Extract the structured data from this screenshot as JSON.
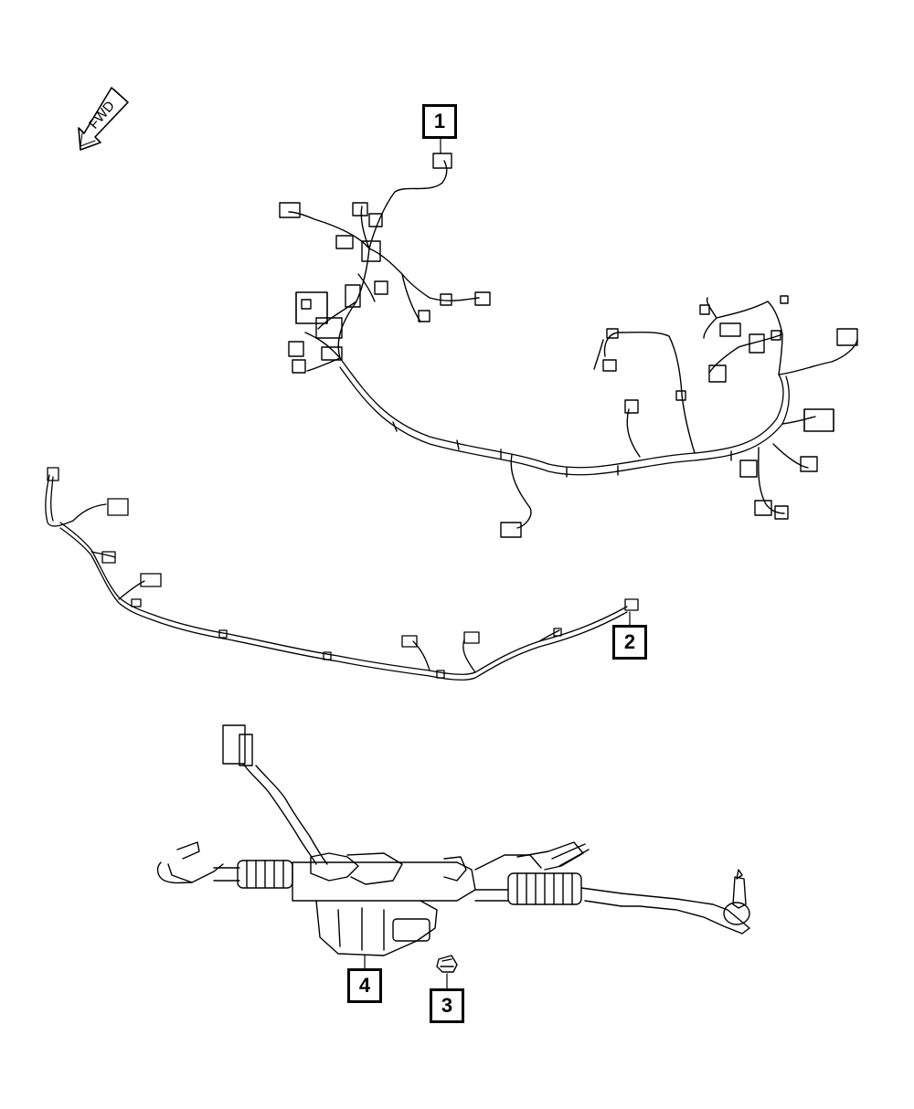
{
  "diagram": {
    "direction_indicator": {
      "label": "FWD",
      "icon": "forward-arrow-icon"
    },
    "callouts": [
      {
        "number": "1",
        "part": "wiring-harness-main"
      },
      {
        "number": "2",
        "part": "wiring-harness-rear"
      },
      {
        "number": "3",
        "part": "connector-plug"
      },
      {
        "number": "4",
        "part": "steering-gear-rack"
      }
    ]
  }
}
